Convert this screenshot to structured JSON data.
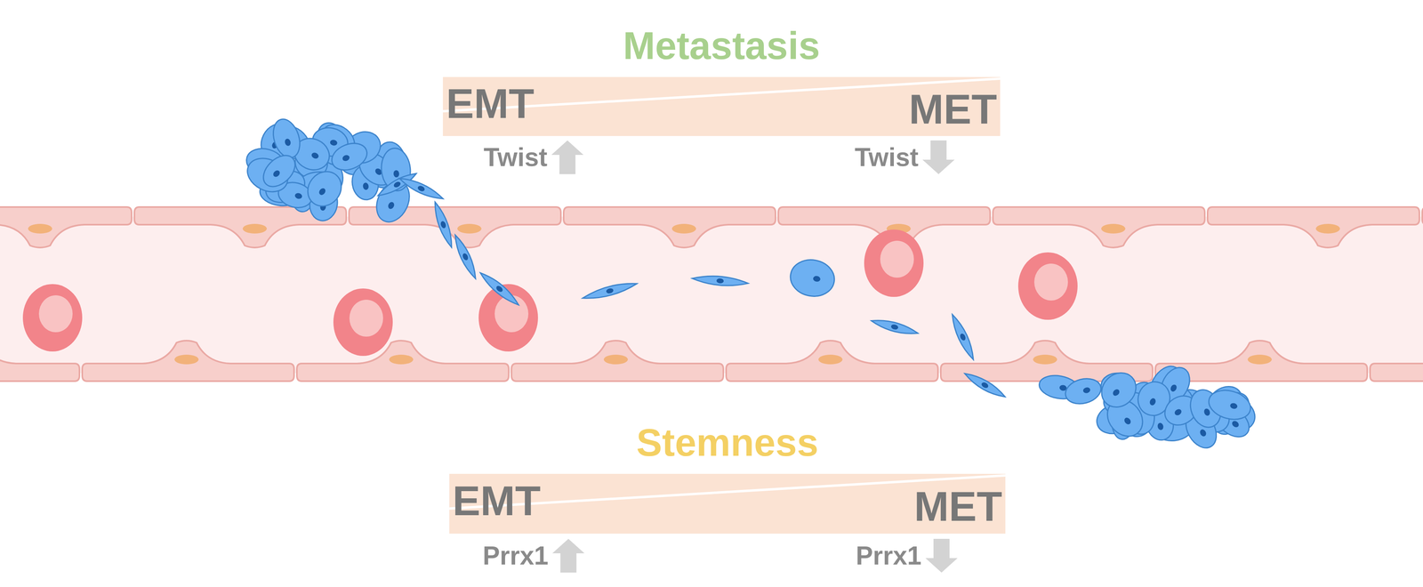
{
  "diagram": {
    "nodes": [
      {
        "text": [
          "Metastasis",
          "EMT",
          "MET"
        ]
      },
      {
        "text": [
          "Stemness",
          "EMT",
          "MET"
        ]
      }
    ],
    "labels": [
      "Twist",
      "Twist",
      "Prrx1",
      "Prrx1"
    ]
  }
}
